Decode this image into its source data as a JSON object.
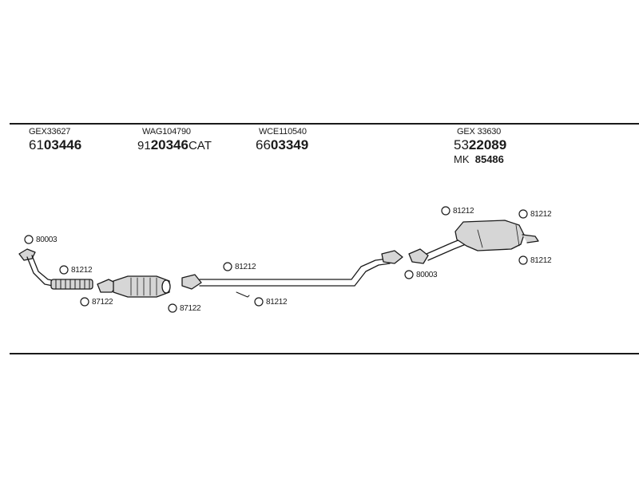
{
  "parts": [
    {
      "id": "front-pipe",
      "ref": "GEX33627",
      "prefix": "61",
      "code": "03446",
      "suffix": ""
    },
    {
      "id": "catalytic-converter",
      "ref": "WAG104790",
      "prefix": "91",
      "code": "20346",
      "suffix": "CAT"
    },
    {
      "id": "middle-pipe",
      "ref": "WCE110540",
      "prefix": "66",
      "code": "03349",
      "suffix": ""
    },
    {
      "id": "rear-silencer",
      "ref": "GEX 33630",
      "prefix": "53",
      "code": "22089",
      "suffix": "",
      "alt_prefix": "MK",
      "alt_code": "85486"
    }
  ],
  "callouts": [
    "80003",
    "81212",
    "87122",
    "87122",
    "81212",
    "81212",
    "80003",
    "81212",
    "81212",
    "81212"
  ],
  "colors": {
    "line": "#1a1a1a",
    "part_fill": "#d6d6d6",
    "part_shade": "#8a8a8a"
  }
}
